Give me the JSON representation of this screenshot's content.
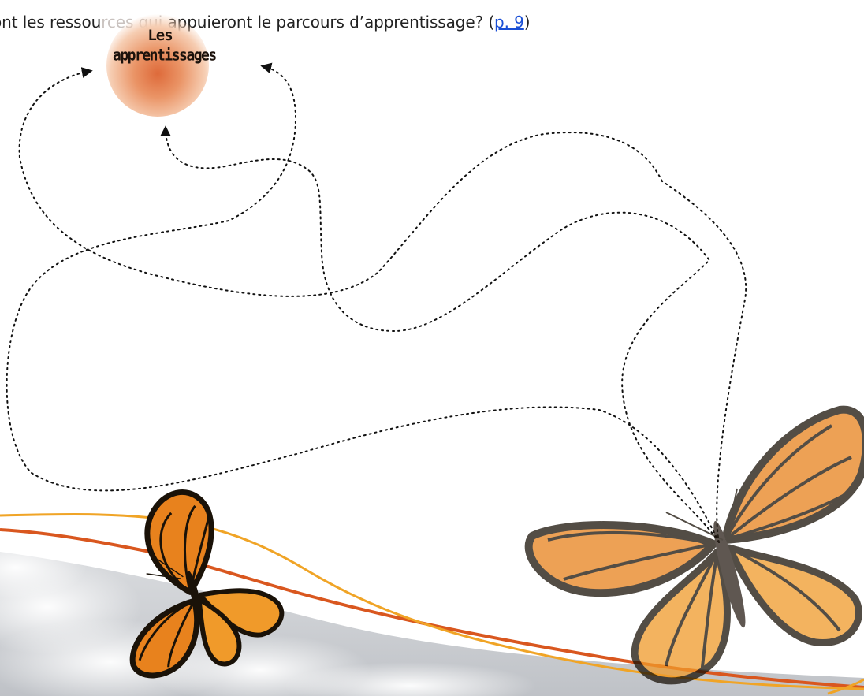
{
  "question": {
    "part_1": "ont les ressou",
    "part_faded": "rces qui",
    "part_2": " appuieront le parcours d’apprentissage? (",
    "link": "p. 9",
    "part_3": ")"
  },
  "bubble": {
    "line_1": "Les",
    "line_2": "apprentissages"
  },
  "colors": {
    "bubble_core": "#de6a3a",
    "path_dots": "#111111",
    "ribbon_yellow": "#f0a426",
    "ribbon_orange": "#d9571f",
    "butterfly_orange": "#e8821d",
    "butterfly_black": "#1a1208",
    "link": "#1a4fd6"
  },
  "decor": {
    "background": "sky-clouds-illustration",
    "butterflies": [
      "butterfly-small",
      "butterfly-large"
    ]
  }
}
